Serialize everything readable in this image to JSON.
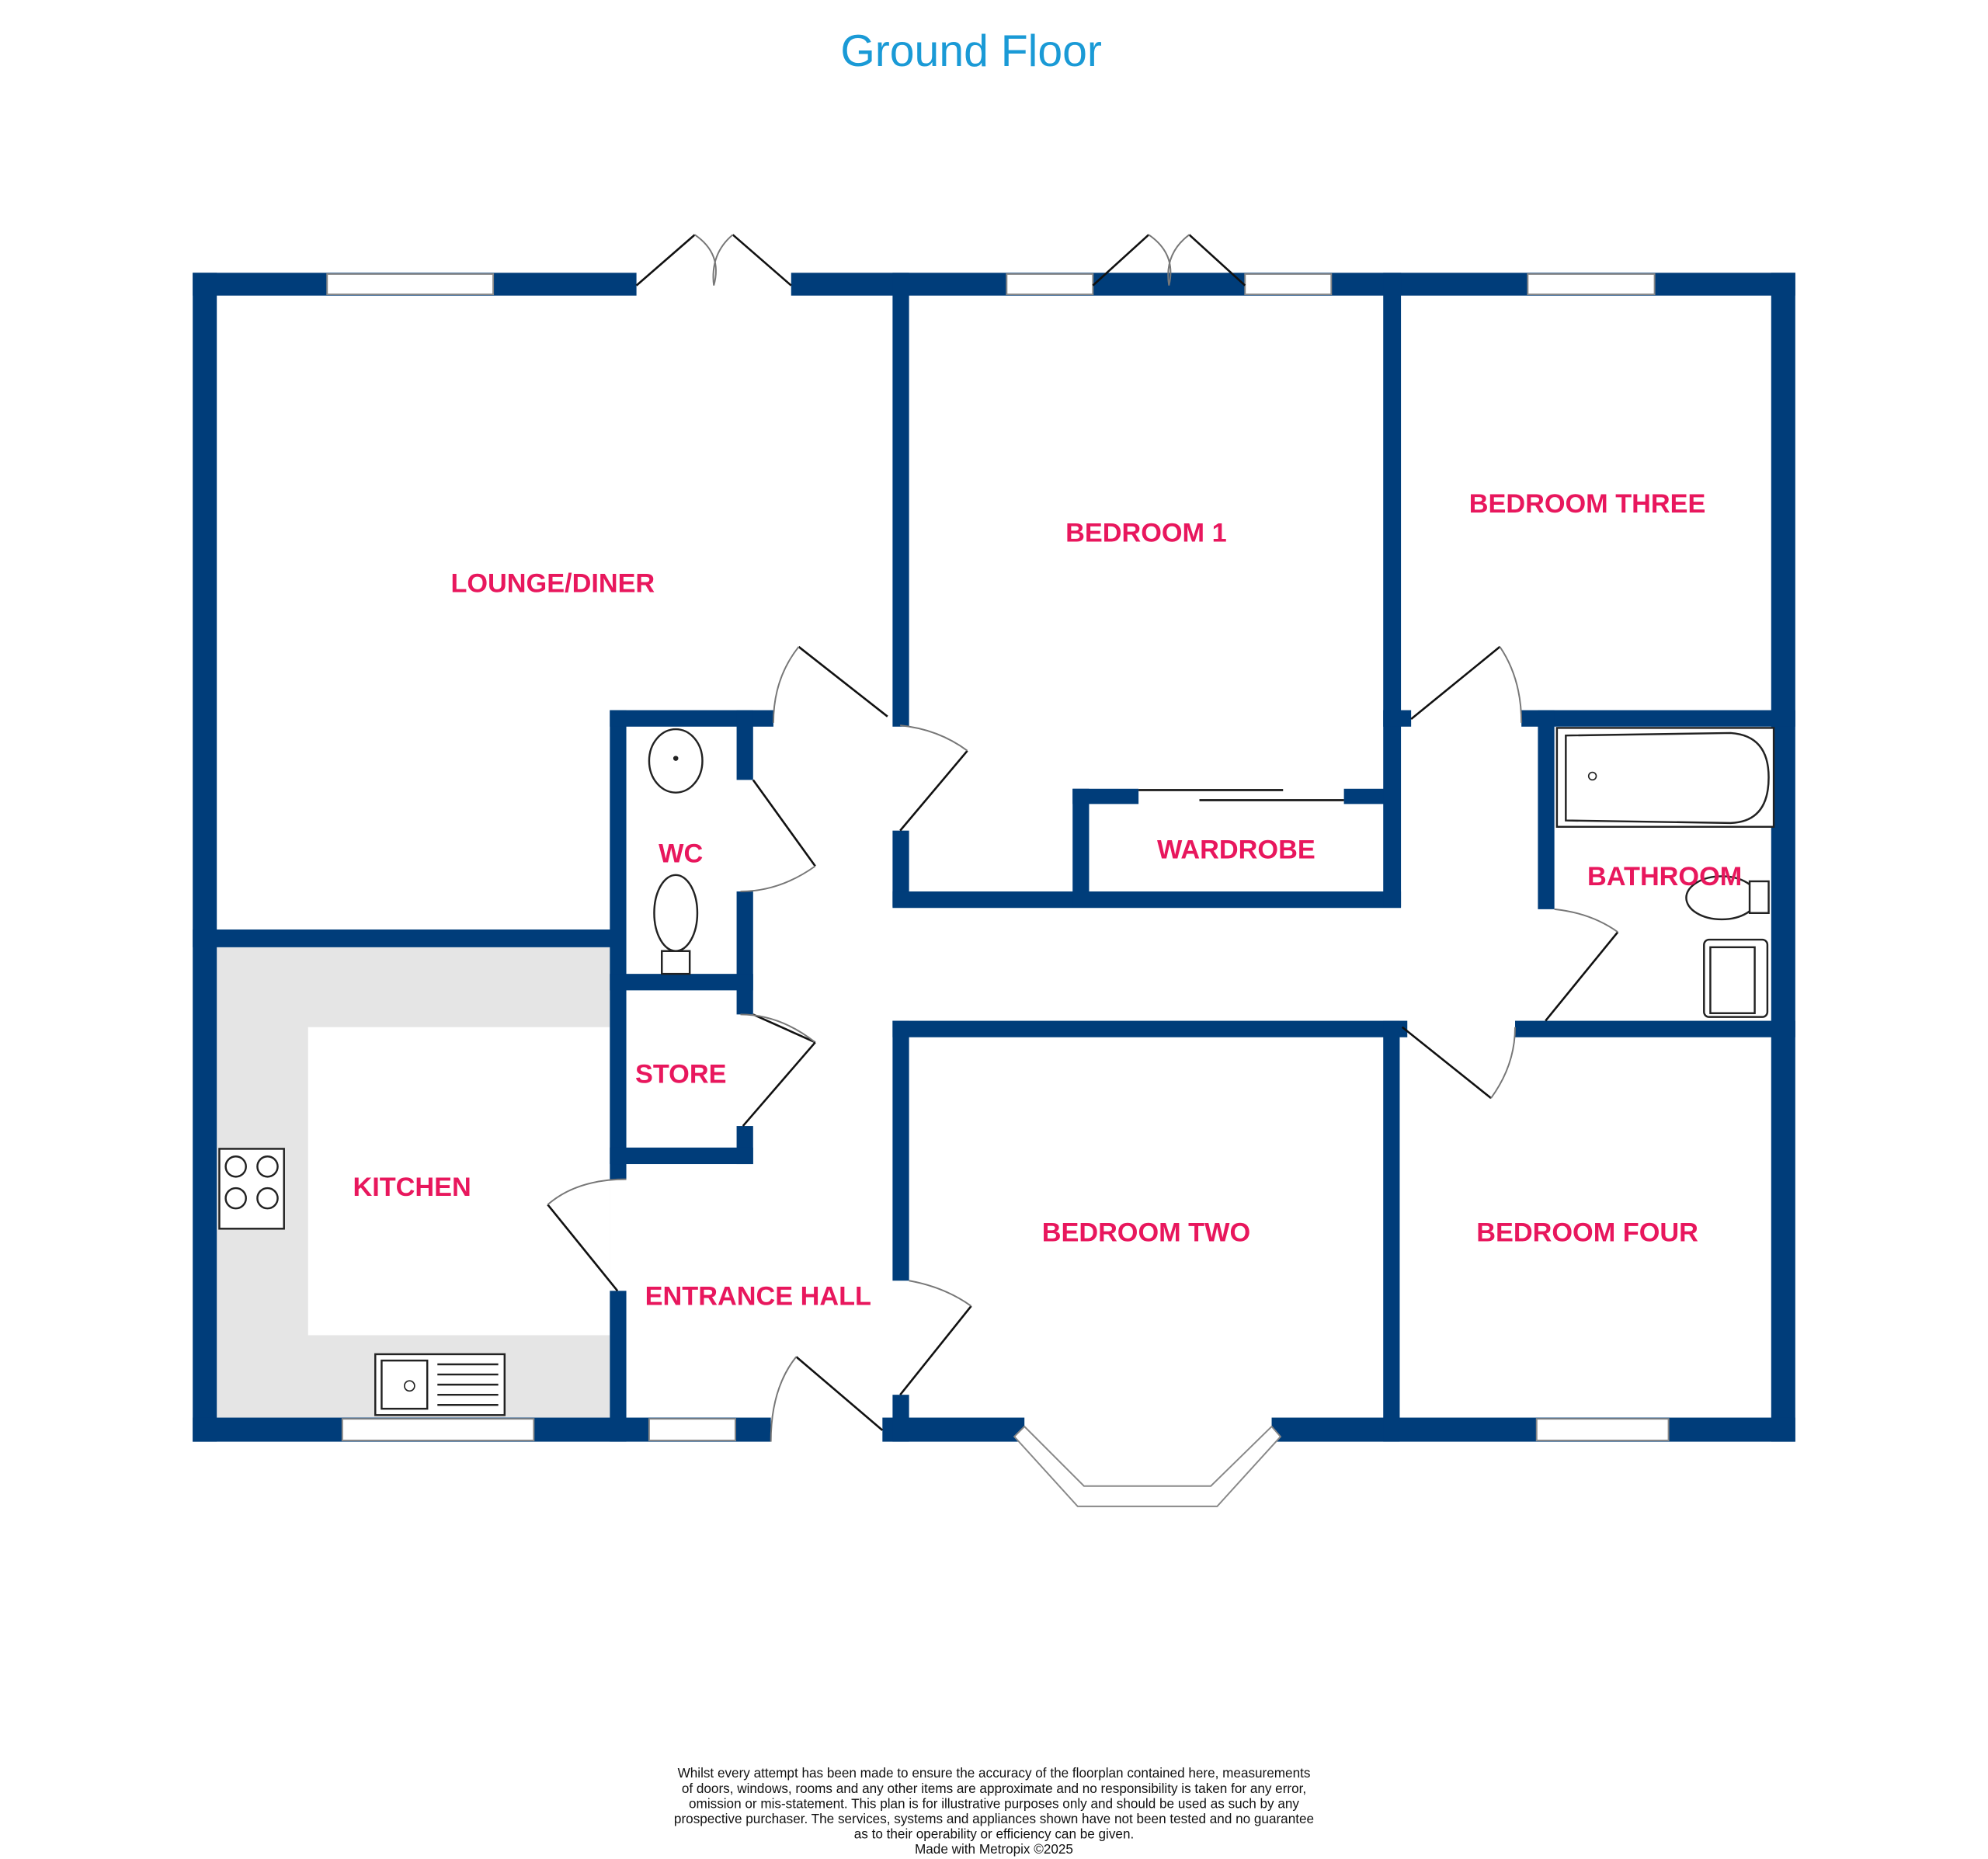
{
  "title": "Ground Floor",
  "rooms": {
    "lounge": "LOUNGE/DINER",
    "bedroom1": "BEDROOM 1",
    "bedroom3": "BEDROOM THREE",
    "wc": "WC",
    "wardrobe": "WARDROBE",
    "bathroom": "BATHROOM",
    "store": "STORE",
    "kitchen": "KITCHEN",
    "hall": "ENTRANCE HALL",
    "bedroom2": "BEDROOM TWO",
    "bedroom4": "BEDROOM FOUR"
  },
  "disclaimer": {
    "lines": [
      "Whilst every attempt has been made to ensure the accuracy of the floorplan contained here, measurements",
      "of doors, windows, rooms and any other items are approximate and no responsibility is taken for any error,",
      "omission or mis-statement. This plan is for illustrative purposes only and should be used as such by any",
      "prospective purchaser. The services, systems and appliances shown have not been tested and no guarantee",
      "as to their operability or efficiency can be given."
    ],
    "credit": "Made with Metropix ©2025"
  },
  "colors": {
    "wall": "#003d7a",
    "label": "#e8175d",
    "title": "#1a9ad6",
    "kitchen_floor": "#e5e5e5"
  }
}
